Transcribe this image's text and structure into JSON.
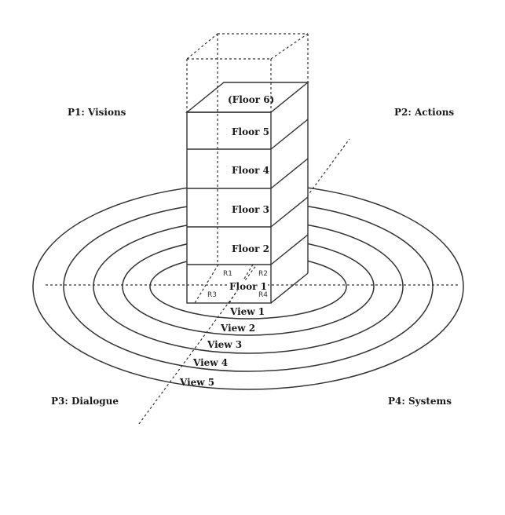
{
  "perspectives": {
    "p1": "P1: Visions",
    "p2": "P2: Actions",
    "p3": "P3: Dialogue",
    "p4": "P4: Systems"
  },
  "floors": {
    "f6": "(Floor 6)",
    "f5": "Floor 5",
    "f4": "Floor 4",
    "f3": "Floor 3",
    "f2": "Floor 2",
    "f1": "Floor 1"
  },
  "rooms": {
    "r1": "R1",
    "r2": "R2",
    "r3": "R3",
    "r4": "R4"
  },
  "views": {
    "v1": "View 1",
    "v2": "View 2",
    "v3": "View 3",
    "v4": "View 4",
    "v5": "View 5"
  }
}
